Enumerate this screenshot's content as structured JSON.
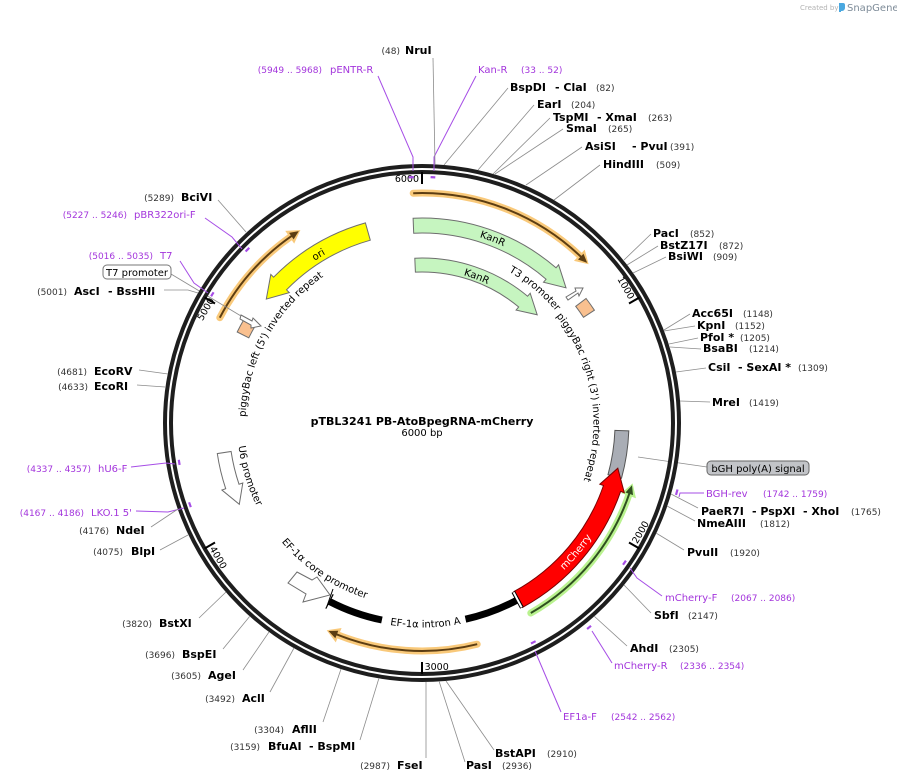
{
  "branding": {
    "created_by": "Created by",
    "app_name": "SnapGene"
  },
  "map": {
    "title": "pTBL3241 PB-AtoBpegRNA-mCherry",
    "length_label": "6000 bp",
    "ticks": [
      "6000",
      "1000",
      "2000",
      "3000",
      "4000",
      "5000"
    ]
  },
  "features": [
    {
      "label": "ori",
      "color": "#ffff00"
    },
    {
      "label": "KanR",
      "color": "#c6f5c0"
    },
    {
      "label": "KanR",
      "color": "#c6f5c0"
    },
    {
      "label": "T3 promoter",
      "color": "#ffffff"
    },
    {
      "label": "piggyBac right (3') inverted repeat",
      "color": "#f9c08f"
    },
    {
      "label": "bGH poly(A) signal",
      "color": "#a9adb5"
    },
    {
      "label": "mCherry",
      "color": "#ff0000"
    },
    {
      "label": "EF-1α intron A",
      "color": "#000000"
    },
    {
      "label": "EF-1α core promoter",
      "color": "#ffffff"
    },
    {
      "label": "U6 promoter",
      "color": "#ffffff"
    },
    {
      "label": "piggyBac left (5') inverted repeat",
      "color": "#f9c08f"
    },
    {
      "label": "T7 promoter",
      "color": "#ffffff"
    }
  ],
  "enzymes": [
    {
      "name": "NruI",
      "pos": "(48)"
    },
    {
      "name": "BspDI",
      "also": "- ClaI",
      "pos": "(82)"
    },
    {
      "name": "EarI",
      "pos": "(204)"
    },
    {
      "name": "TspMI",
      "also": "- XmaI",
      "pos": "(263)"
    },
    {
      "name": "SmaI",
      "pos": "(265)"
    },
    {
      "name": "AsiSI",
      "also": "- PvuI",
      "pos": "(391)"
    },
    {
      "name": "HindIII",
      "pos": "(509)"
    },
    {
      "name": "PacI",
      "pos": "(852)"
    },
    {
      "name": "BstZ17I",
      "pos": "(872)"
    },
    {
      "name": "BsiWI",
      "pos": "(909)"
    },
    {
      "name": "Acc65I",
      "pos": "(1148)"
    },
    {
      "name": "KpnI",
      "pos": "(1152)"
    },
    {
      "name": "PfoI *",
      "pos": "(1205)"
    },
    {
      "name": "BsaBI",
      "pos": "(1214)"
    },
    {
      "name": "CsiI",
      "also": "- SexAI *",
      "pos": "(1309)"
    },
    {
      "name": "MreI",
      "pos": "(1419)"
    },
    {
      "name": "PaeR7I",
      "also": "- PspXI",
      "also2": "- XhoI",
      "pos": "(1765)"
    },
    {
      "name": "NmeAIII",
      "pos": "(1812)"
    },
    {
      "name": "PvuII",
      "pos": "(1920)"
    },
    {
      "name": "SbfI",
      "pos": "(2147)"
    },
    {
      "name": "AhdI",
      "pos": "(2305)"
    },
    {
      "name": "BstAPI",
      "pos": "(2910)"
    },
    {
      "name": "PasI",
      "pos": "(2936)"
    },
    {
      "name": "FseI",
      "pos": "(2987)"
    },
    {
      "name": "BfuAI",
      "also": "- BspMI",
      "pos": "(3159)"
    },
    {
      "name": "AflII",
      "pos": "(3304)"
    },
    {
      "name": "AclI",
      "pos": "(3492)"
    },
    {
      "name": "AgeI",
      "pos": "(3605)"
    },
    {
      "name": "BspEI",
      "pos": "(3696)"
    },
    {
      "name": "BstXI",
      "pos": "(3820)"
    },
    {
      "name": "BlpI",
      "pos": "(4075)"
    },
    {
      "name": "NdeI",
      "pos": "(4176)"
    },
    {
      "name": "EcoRI",
      "pos": "(4633)"
    },
    {
      "name": "EcoRV",
      "pos": "(4681)"
    },
    {
      "name": "AscI",
      "also": "- BssHII",
      "pos": "(5001)"
    },
    {
      "name": "BciVI",
      "pos": "(5289)"
    }
  ],
  "primers": [
    {
      "name": "pENTR-R",
      "range": "(5949 .. 5968)"
    },
    {
      "name": "Kan-R",
      "range": "(33 .. 52)"
    },
    {
      "name": "BGH-rev",
      "range": "(1742 .. 1759)"
    },
    {
      "name": "mCherry-F",
      "range": "(2067 .. 2086)"
    },
    {
      "name": "mCherry-R",
      "range": "(2336 .. 2354)"
    },
    {
      "name": "EF1a-F",
      "range": "(2542 .. 2562)"
    },
    {
      "name": "LKO.1 5'",
      "range": "(4167 .. 4186)"
    },
    {
      "name": "hU6-F",
      "range": "(4337 .. 4357)"
    },
    {
      "name": "T7",
      "range": "(5016 .. 5035)"
    },
    {
      "name": "pBR322ori-F",
      "range": "(5227 .. 5246)"
    }
  ],
  "colors": {
    "ring": "#1e1e1e",
    "orf_orange_glow": "#f9c97a",
    "orf_orange_line": "#5c3d12",
    "orf_green_glow": "#b9f28f",
    "orf_green_line": "#2f4f20",
    "primer": "#a335dc",
    "leader": "#8c8c8c",
    "logo": "#4aa8e0"
  }
}
